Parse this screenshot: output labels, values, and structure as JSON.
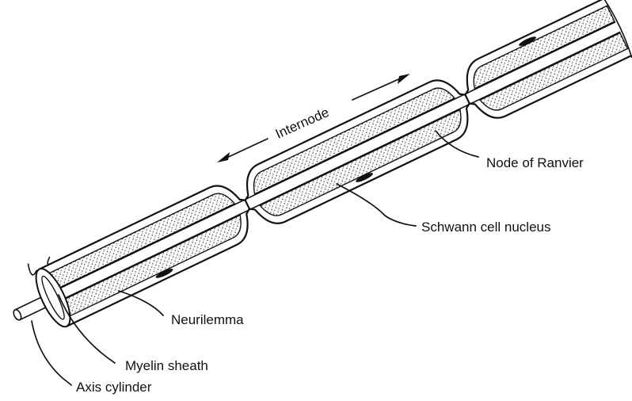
{
  "labels": {
    "internode": "Internode",
    "node_of_ranvier": "Node of Ranvier",
    "schwann_cell_nucleus": "Schwann cell nucleus",
    "neurilemma": "Neurilemma",
    "myelin_sheath": "Myelin sheath",
    "axis_cylinder": "Axis cylinder"
  }
}
